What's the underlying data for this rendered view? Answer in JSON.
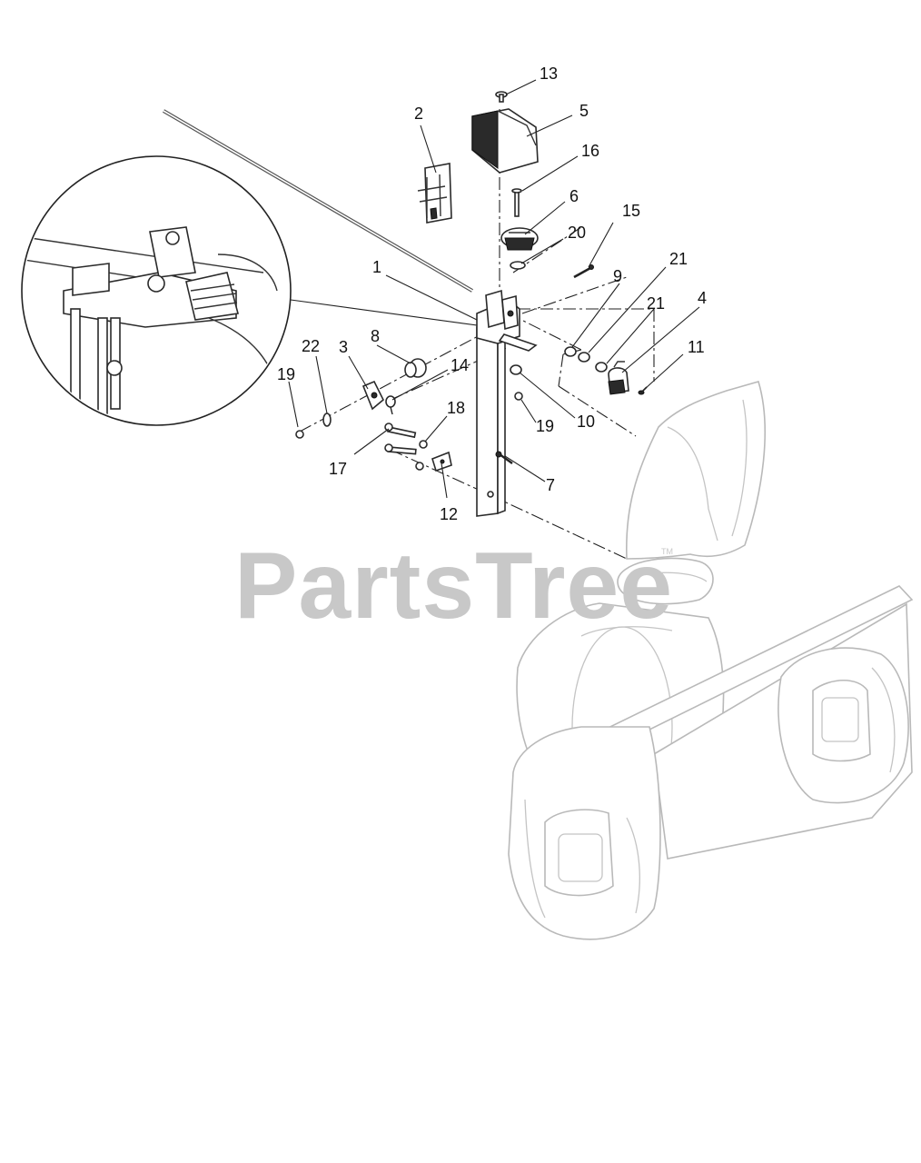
{
  "watermark": {
    "text": "PartsTree",
    "trademark": "TM"
  },
  "callouts": [
    {
      "id": "c13",
      "label": "13"
    },
    {
      "id": "c2",
      "label": "2"
    },
    {
      "id": "c5",
      "label": "5"
    },
    {
      "id": "c16",
      "label": "16"
    },
    {
      "id": "c6",
      "label": "6"
    },
    {
      "id": "c15",
      "label": "15"
    },
    {
      "id": "c20",
      "label": "20"
    },
    {
      "id": "c21a",
      "label": "21"
    },
    {
      "id": "c9",
      "label": "9"
    },
    {
      "id": "c1",
      "label": "1"
    },
    {
      "id": "c21b",
      "label": "21"
    },
    {
      "id": "c4",
      "label": "4"
    },
    {
      "id": "c22",
      "label": "22"
    },
    {
      "id": "c3",
      "label": "3"
    },
    {
      "id": "c8",
      "label": "8"
    },
    {
      "id": "c11",
      "label": "11"
    },
    {
      "id": "c14",
      "label": "14"
    },
    {
      "id": "c19a",
      "label": "19"
    },
    {
      "id": "c18",
      "label": "18"
    },
    {
      "id": "c10",
      "label": "10"
    },
    {
      "id": "c19b",
      "label": "19"
    },
    {
      "id": "c17",
      "label": "17"
    },
    {
      "id": "c7",
      "label": "7"
    },
    {
      "id": "c12",
      "label": "12"
    }
  ]
}
